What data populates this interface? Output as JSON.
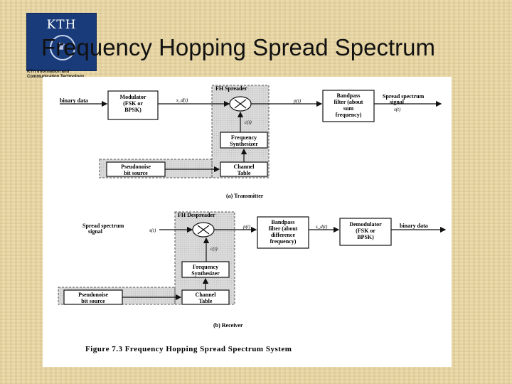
{
  "slide": {
    "title": "Frequency Hopping Spread Spectrum"
  },
  "logo": {
    "text": "KTH",
    "caption_line1": "KTH Information and",
    "caption_line2": "Communication Technology"
  },
  "transmitter": {
    "group_label": "FH Spreader",
    "input_label": "binary data",
    "modulator": [
      "Modulator",
      "(FSK or",
      "BPSK)"
    ],
    "sd_label": "s_d(t)",
    "p_label": "p(t)",
    "c_label": "c(t)",
    "bandpass": [
      "Bandpass",
      "filter (about",
      "sum",
      "frequency)"
    ],
    "output_label": [
      "Spread spectrum",
      "signal"
    ],
    "s_label": "s(t)",
    "synth": [
      "Frequency",
      "Synthesizer"
    ],
    "channel": [
      "Channel",
      "Table"
    ],
    "pn": [
      "Pseudonoise",
      "bit source"
    ],
    "caption": "(a) Transmitter"
  },
  "receiver": {
    "group_label": "FH Despreader",
    "input_label": [
      "Spread spectrum",
      "signal"
    ],
    "s_label": "s(t)",
    "p_label": "p(t)",
    "sd_label": "s_d(t)",
    "c_label": "c(t)",
    "bandpass": [
      "Bandpass",
      "filter (about",
      "difference",
      "frequency)"
    ],
    "demodulator": [
      "Demodulator",
      "(FSK or",
      "BPSK)"
    ],
    "output_label": "binary data",
    "synth": [
      "Frequency",
      "Synthesizer"
    ],
    "channel": [
      "Channel",
      "Table"
    ],
    "pn": [
      "Pseudonoise",
      "bit source"
    ],
    "caption": "(b) Receiver"
  },
  "figure_caption": "Figure 7.3  Frequency Hopping Spread Spectrum System"
}
